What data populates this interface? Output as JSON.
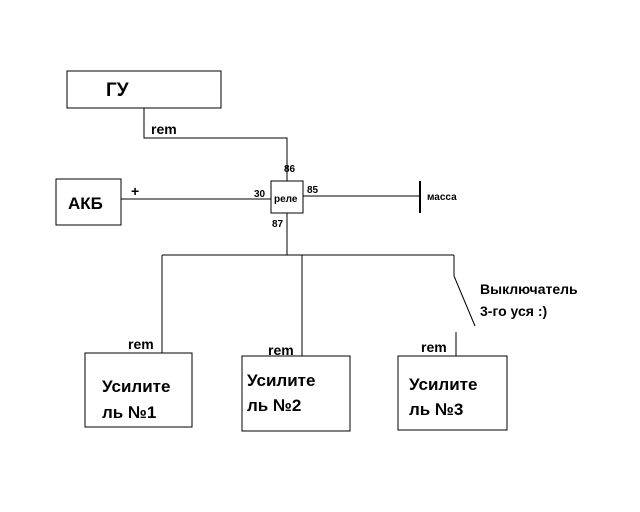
{
  "blocks": {
    "gu": "ГУ",
    "akb": "АКБ",
    "relay": "реле",
    "ground": "масса",
    "amp1": {
      "line1": "Усилите",
      "line2": "ль №1"
    },
    "amp2": {
      "line1": "Усилите",
      "line2": "ль №2"
    },
    "amp3": {
      "line1": "Усилите",
      "line2": "ль №3"
    }
  },
  "labels": {
    "rem_top": "rem",
    "rem_amp1": "rem",
    "rem_amp2": "rem",
    "rem_amp3": "rem",
    "plus": "+",
    "pin86": "86",
    "pin30": "30",
    "pin85": "85",
    "pin87": "87",
    "switch_line1": "Выключатель",
    "switch_line2": "3-го уся :)"
  }
}
